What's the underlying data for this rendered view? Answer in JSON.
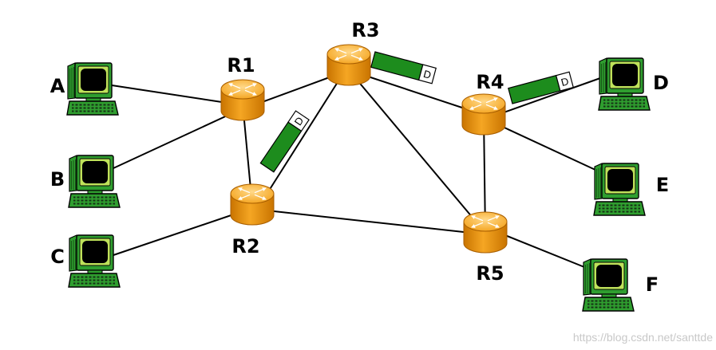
{
  "routers": [
    {
      "label": "R1"
    },
    {
      "label": "R2"
    },
    {
      "label": "R3"
    },
    {
      "label": "R4"
    },
    {
      "label": "R5"
    }
  ],
  "hosts": [
    {
      "label": "A"
    },
    {
      "label": "B"
    },
    {
      "label": "C"
    },
    {
      "label": "D"
    },
    {
      "label": "E"
    },
    {
      "label": "F"
    }
  ],
  "packets": [
    {
      "label": "D"
    },
    {
      "label": "D"
    },
    {
      "label": "D"
    }
  ],
  "watermark": "https://blog.csdn.net/santtde",
  "icons": {
    "router": "router-icon",
    "host": "computer-icon",
    "packet": "packet-icon"
  },
  "colors": {
    "router": "#f5a623",
    "router_light": "#ffd98a",
    "router_dark": "#c97400",
    "host": "#2f9e2f",
    "packet": "#1d8c1d",
    "link": "#000000",
    "watermark": "#c8c8c8"
  }
}
